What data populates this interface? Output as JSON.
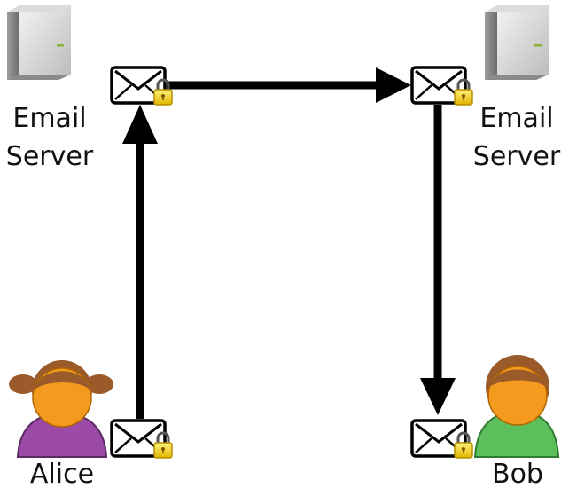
{
  "server_left": {
    "label_line1": "Email",
    "label_line2": "Server"
  },
  "server_right": {
    "label_line1": "Email",
    "label_line2": "Server"
  },
  "alice": {
    "label": "Alice",
    "shirt_color": "#9b4aa6",
    "skin_color": "#f39a1f",
    "hair_color": "#9a5a2a"
  },
  "bob": {
    "label": "Bob",
    "shirt_color": "#5cbf5c",
    "skin_color": "#f39a1f",
    "hair_color": "#9a5a2a"
  },
  "icons": {
    "server": "email-server-icon",
    "envelope": "envelope-icon",
    "lock": "padlock-icon",
    "arrow": "arrow"
  },
  "colors": {
    "arrow": "#000000",
    "lock": "#f2d22e",
    "envelope": "#ffffff"
  }
}
